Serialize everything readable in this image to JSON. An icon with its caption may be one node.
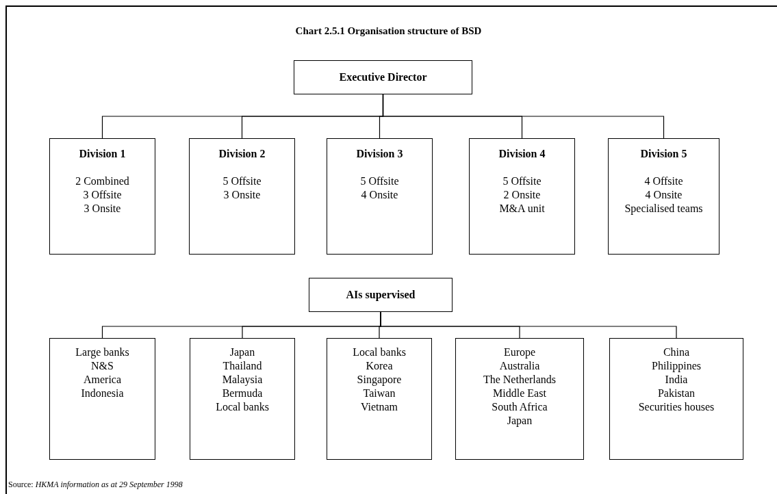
{
  "diagram": {
    "title": "Chart 2.5.1 Organisation structure of BSD",
    "nodes": [
      {
        "text": [
          "Executive Director"
        ]
      },
      {
        "text": [
          "Division 1",
          "2 Combined",
          "3 Offsite",
          "3 Onsite"
        ]
      },
      {
        "text": [
          "Division 2",
          "5 Offsite",
          "3 Onsite"
        ]
      },
      {
        "text": [
          "Division 3",
          "5 Offsite",
          "4 Onsite"
        ]
      },
      {
        "text": [
          "Division 4",
          "5 Offsite",
          "2 Onsite",
          "M&A unit"
        ]
      },
      {
        "text": [
          "Division 5",
          "4 Offsite",
          "4 Onsite",
          "Specialised teams"
        ]
      },
      {
        "text": [
          "AIs supervised"
        ]
      },
      {
        "text": [
          "Large banks",
          "N&S",
          "America",
          "Indonesia"
        ]
      },
      {
        "text": [
          "Japan",
          "Thailand",
          "Malaysia",
          "Bermuda",
          "Local banks"
        ]
      },
      {
        "text": [
          "Local banks",
          "Korea",
          "Singapore",
          "Taiwan",
          "Vietnam"
        ]
      },
      {
        "text": [
          "Europe",
          "Australia",
          "The Netherlands",
          "Middle East",
          "South Africa",
          "Japan"
        ]
      },
      {
        "text": [
          "China",
          "Philippines",
          "India",
          "Pakistan",
          "Securities houses"
        ]
      }
    ],
    "edges": [
      {
        "from": 0,
        "to": 1,
        "arrow": "none"
      },
      {
        "from": 0,
        "to": 2,
        "arrow": "none"
      },
      {
        "from": 0,
        "to": 3,
        "arrow": "none"
      },
      {
        "from": 0,
        "to": 4,
        "arrow": "none"
      },
      {
        "from": 0,
        "to": 5,
        "arrow": "none"
      },
      {
        "from": 6,
        "to": 7,
        "arrow": "none"
      },
      {
        "from": 6,
        "to": 8,
        "arrow": "none"
      },
      {
        "from": 6,
        "to": 9,
        "arrow": "none"
      },
      {
        "from": 6,
        "to": 10,
        "arrow": "none"
      },
      {
        "from": 6,
        "to": 11,
        "arrow": "none"
      }
    ],
    "labels": [
      "Source: *HKMA information as at 29 September 1998*"
    ]
  }
}
